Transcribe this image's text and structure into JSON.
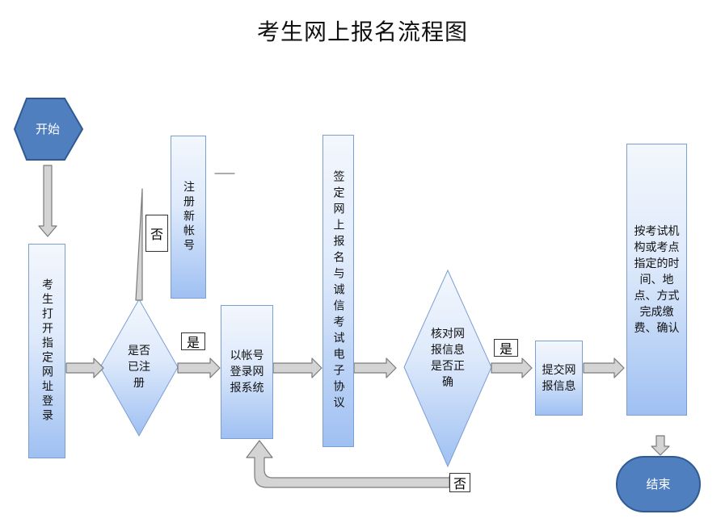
{
  "title": "考生网上报名流程图",
  "nodes": {
    "start": "开始",
    "login_site": "考生打开指定网址登录",
    "registered_q": "是否已注册",
    "register_new": "注册新帐号",
    "login_system": "以帐号登录网报系统",
    "sign_agreement": "签定网上报名与诚信考试电子协议",
    "verify_q": "核对网报信息是否正确",
    "submit": "提交网报信息",
    "confirm_fee": "按考试机构或考点指定的时间、地点、方式完成缴费、确认",
    "end": "结束"
  },
  "labels": {
    "no_register": "否",
    "yes_registered": "是",
    "yes_correct": "是",
    "no_correct": "否"
  },
  "colors": {
    "terminal_fill": "#4f7fbf",
    "terminal_stroke": "#2f5a93",
    "arrow_fill": "#d4d4d4",
    "arrow_stroke": "#7a7a7a"
  }
}
